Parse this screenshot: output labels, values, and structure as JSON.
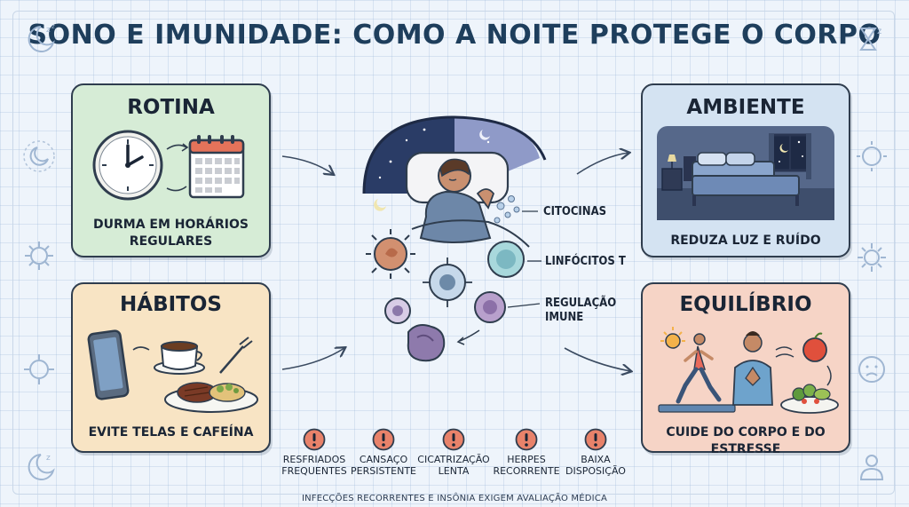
{
  "title": "SONO E IMUNIDADE: COMO A NOITE PROTEGE O CORPO",
  "cards": {
    "rotina": {
      "title": "ROTINA",
      "caption_line1": "DURMA EM HORÁRIOS",
      "caption_line2": "REGULARES"
    },
    "habitos": {
      "title": "HÁBITOS",
      "caption": "EVITE TELAS E CAFEÍNA"
    },
    "ambiente": {
      "title": "AMBIENTE",
      "caption": "REDUZA LUZ E RUÍDO"
    },
    "equilibrio": {
      "title": "EQUILÍBRIO",
      "caption": "CUIDE DO CORPO E DO ESTRESSE"
    }
  },
  "center_labels": {
    "citocinas": "CITOCINAS",
    "linfocitos": "LINFÓCITOS T",
    "regulacao_line1": "REGULAÇÃO",
    "regulacao_line2": "IMUNE"
  },
  "warnings": [
    {
      "line1": "RESFRIADOS",
      "line2": "FREQUENTES"
    },
    {
      "line1": "CANSAÇO",
      "line2": "PERSISTENTE"
    },
    {
      "line1": "CICATRIZAÇÃO",
      "line2": "LENTA"
    },
    {
      "line1": "HERPES",
      "line2": "RECORRENTE"
    },
    {
      "line1": "BAIXA",
      "line2": "DISPOSIÇÃO"
    }
  ],
  "footer": "INFECÇÕES RECORRENTES E INSÔNIA EXIGEM AVALIAÇÃO MÉDICA",
  "icons": {
    "left_column": [
      "moon-zz-icon",
      "moon-zz-icon",
      "virus-icon",
      "virus-icon",
      "moon-zz-icon"
    ],
    "right_column": [
      "hourglass-zz-icon",
      "sun-face-icon",
      "virus-icon",
      "sad-face-icon",
      "person-icon"
    ],
    "warning": "warning-circle-icon"
  },
  "colors": {
    "rotina": "#d6ecd6",
    "habitos": "#f8e4c4",
    "ambiente": "#d4e3f2",
    "equilibrio": "#f6d4c6",
    "warning": "#e8826a",
    "title": "#1e3e5c"
  }
}
